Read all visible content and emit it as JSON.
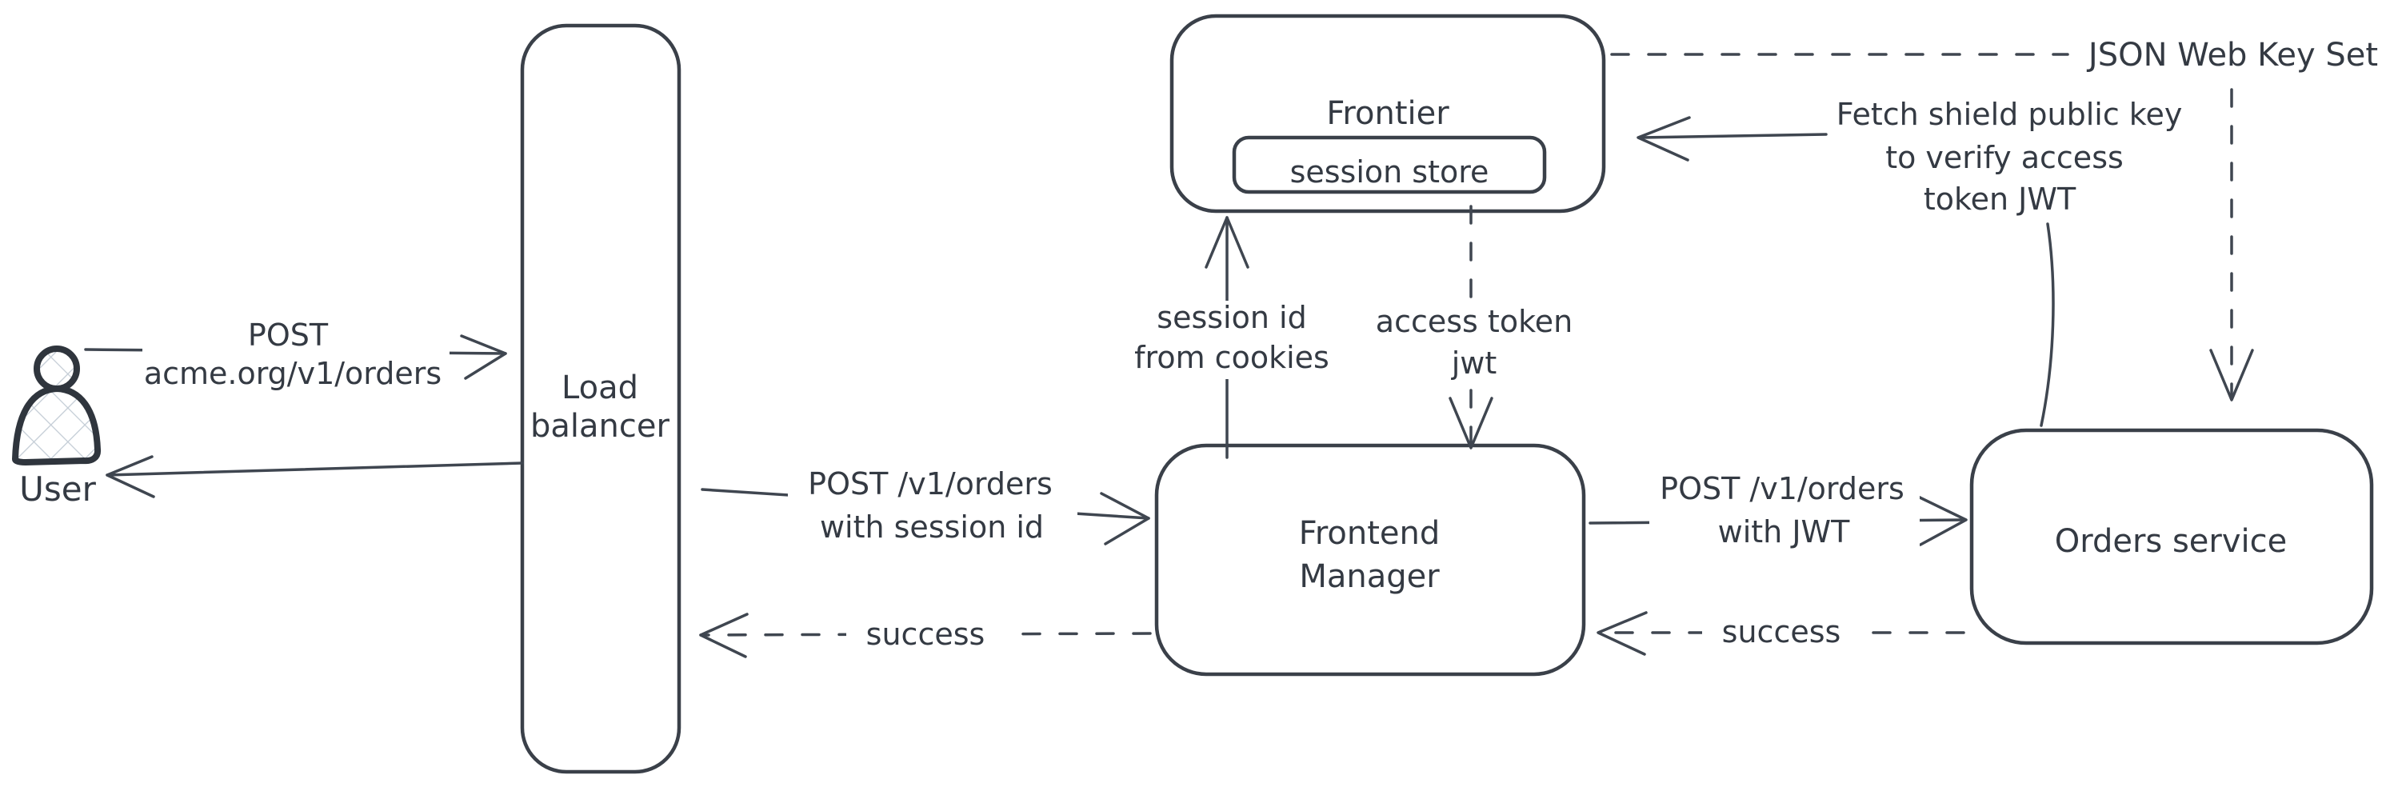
{
  "diagram": {
    "title": "authentication flow diagram",
    "colors": {
      "background": "#ffffff",
      "stroke": "#3a4049",
      "text": "#343a43",
      "hatch_fill": "#c3ccd5"
    },
    "nodes": {
      "user": {
        "label": "User"
      },
      "load_balancer": {
        "label_line1": "Load",
        "label_line2": "balancer"
      },
      "frontier": {
        "label": "Frontier"
      },
      "session_store": {
        "label": "session store"
      },
      "frontend_manager": {
        "label_line1": "Frontend",
        "label_line2": "Manager"
      },
      "orders_service": {
        "label": "Orders service"
      }
    },
    "edges": {
      "user_to_lb": {
        "style": "solid",
        "label_line1": "POST",
        "label_line2": "acme.org/v1/orders"
      },
      "lb_to_user": {
        "style": "solid",
        "label": ""
      },
      "lb_to_fm": {
        "style": "solid",
        "label_line1": "POST /v1/orders",
        "label_line2": "with session id"
      },
      "fm_to_lb": {
        "style": "dashed",
        "label": "success"
      },
      "fm_to_frontier": {
        "style": "solid",
        "label_line1": "session id",
        "label_line2": "from cookies"
      },
      "frontier_to_fm": {
        "style": "dashed",
        "label_line1": "access token",
        "label_line2": "jwt"
      },
      "fm_to_orders": {
        "style": "solid",
        "label_line1": "POST /v1/orders",
        "label_line2": "with JWT"
      },
      "orders_to_fm": {
        "style": "dashed",
        "label": "success"
      },
      "orders_to_frontier": {
        "style": "solid",
        "label_line1": "Fetch shield public key",
        "label_line2": "to verify access",
        "label_line3": "token JWT"
      },
      "jwks_link": {
        "style": "dashed",
        "label": "JSON Web Key Set"
      }
    }
  }
}
